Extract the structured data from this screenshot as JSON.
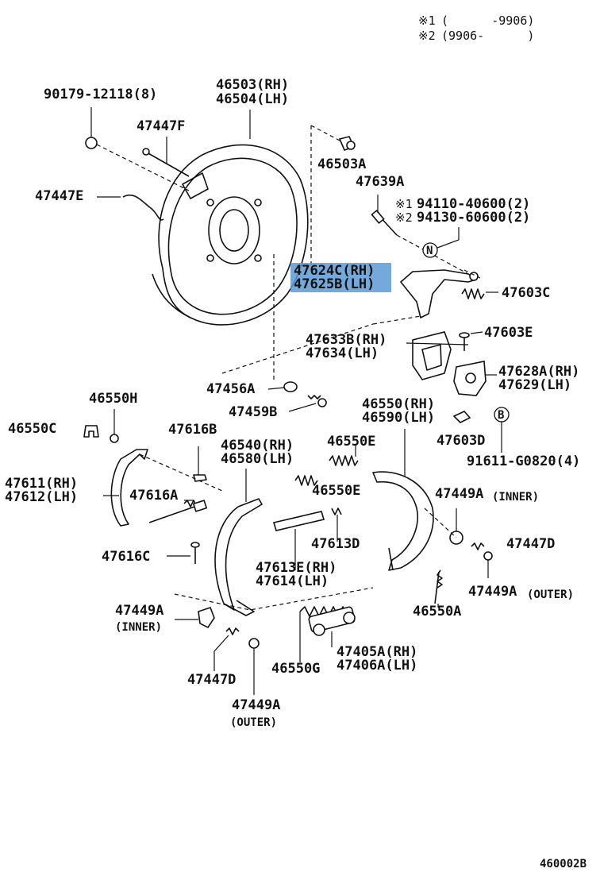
{
  "notes": {
    "n1_mark": "※1",
    "n1_range": "(      -9906)",
    "n2_mark": "※2",
    "n2_range": "(9906-      )"
  },
  "highlight_color": "#5b9bd5",
  "labels": {
    "p90179": "90179-12118(8)",
    "p46503_rh": "46503(RH)",
    "p46504_lh": "46504(LH)",
    "p47447f": "47447F",
    "p47447e": "47447E",
    "p46503a": "46503A",
    "p47639a": "47639A",
    "p94110": "94110-40600(2)",
    "p94130": "94130-60600(2)",
    "n1": "※1",
    "n2": "※2",
    "p47624c_rh": "47624C(RH)",
    "p47625b_lh": "47625B(LH)",
    "p47603c": "47603C",
    "p47603e": "47603E",
    "p47633b_rh": "47633B(RH)",
    "p47634_lh": "47634(LH)",
    "p47628a_rh": "47628A(RH)",
    "p47629_lh": "47629(LH)",
    "p46550h": "46550H",
    "p46550c": "46550C",
    "p47456a": "47456A",
    "p47459b": "47459B",
    "p46550_rh": "46550(RH)",
    "p46590_lh": "46590(LH)",
    "p47603d": "47603D",
    "p91611": "91611-G0820(4)",
    "p47616b": "47616B",
    "p46540_rh": "46540(RH)",
    "p46580_lh": "46580(LH)",
    "p46550e_1": "46550E",
    "p46550e_2": "46550E",
    "p47611_rh": "47611(RH)",
    "p47612_lh": "47612(LH)",
    "p47616a": "47616A",
    "p47449a_inner_r": "47449A",
    "inner_r": "(INNER)",
    "p47613d": "47613D",
    "p47447d_r": "47447D",
    "p47616c": "47616C",
    "p47613e_rh": "47613E(RH)",
    "p47614_lh": "47614(LH)",
    "p47449a_outer_r": "47449A",
    "outer_r": "(OUTER)",
    "p46550a": "46550A",
    "p47449a_inner_l": "47449A",
    "inner_l": "(INNER)",
    "p47405a_rh": "47405A(RH)",
    "p47406a_lh": "47406A(LH)",
    "p46550g": "46550G",
    "p47447d_l": "47447D",
    "p47449a_outer_l": "47449A",
    "outer_l": "(OUTER)",
    "circle_n": "N",
    "circle_b": "B",
    "figure_code": "460002B"
  }
}
